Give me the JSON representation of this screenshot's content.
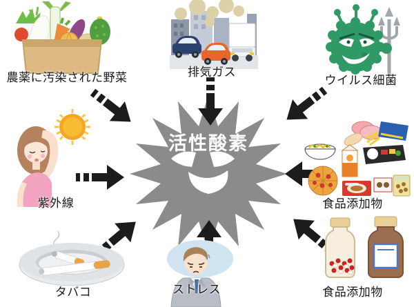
{
  "center": {
    "label": "活性酸素",
    "burst_color": "#8b8b8b",
    "text_color": "#ffffff"
  },
  "arrow_color": "#1c1c1c",
  "sources": {
    "vegetables": {
      "label": "農薬に汚染された野菜",
      "icon": "vegetable-box-icon"
    },
    "exhaust": {
      "label": "排気ガス",
      "icon": "exhaust-traffic-icon"
    },
    "virus": {
      "label": "ウイルス細菌",
      "icon": "virus-germ-icon"
    },
    "uv": {
      "label": "紫外線",
      "icon": "woman-sun-icon"
    },
    "food_additives": {
      "label": "食品添加物",
      "icon": "processed-foods-icon"
    },
    "tobacco": {
      "label": "タバコ",
      "icon": "ashtray-cigarettes-icon"
    },
    "stress": {
      "label": "ストレス",
      "icon": "stressed-man-icon"
    },
    "supplements": {
      "label": "食品添加物",
      "icon": "pill-bottles-icon"
    }
  }
}
